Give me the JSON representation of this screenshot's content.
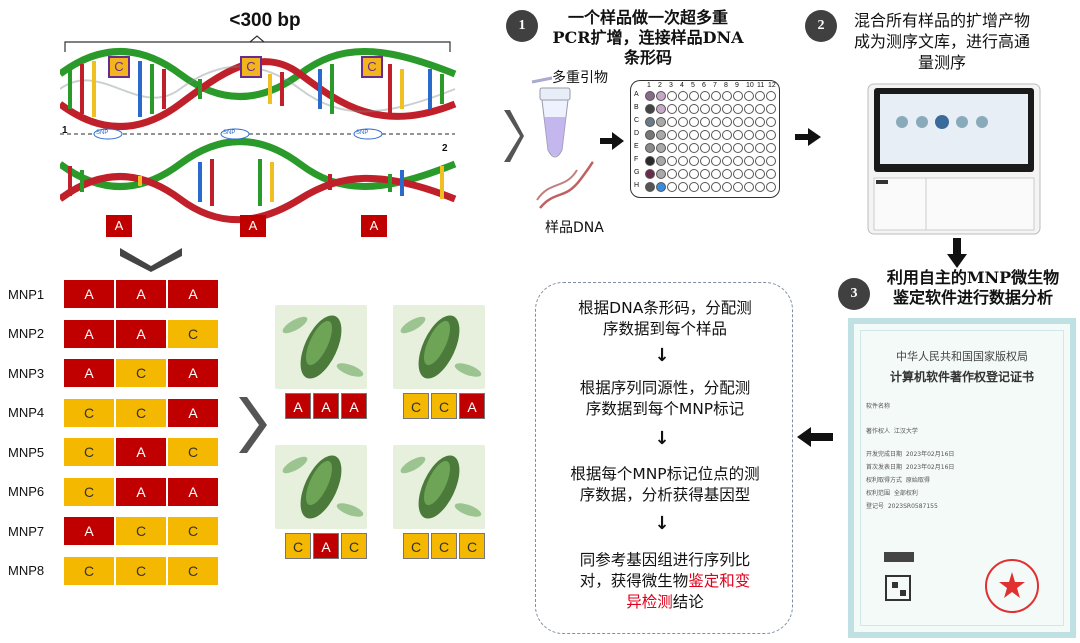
{
  "dna": {
    "length_label": "<300 bp",
    "top_alleles": [
      "C",
      "C",
      "C"
    ],
    "bottom_alleles": [
      "A",
      "A",
      "A"
    ],
    "snp_labels": [
      "SNP",
      "SNP",
      "SNP"
    ],
    "strand_numbers": [
      "1",
      "2"
    ]
  },
  "mnp_table": {
    "rows": [
      {
        "name": "MNP1",
        "cells": [
          "A",
          "A",
          "A"
        ]
      },
      {
        "name": "MNP2",
        "cells": [
          "A",
          "A",
          "C"
        ]
      },
      {
        "name": "MNP3",
        "cells": [
          "A",
          "C",
          "A"
        ]
      },
      {
        "name": "MNP4",
        "cells": [
          "C",
          "C",
          "A"
        ]
      },
      {
        "name": "MNP5",
        "cells": [
          "C",
          "A",
          "C"
        ]
      },
      {
        "name": "MNP6",
        "cells": [
          "C",
          "A",
          "A"
        ]
      },
      {
        "name": "MNP7",
        "cells": [
          "A",
          "C",
          "C"
        ]
      },
      {
        "name": "MNP8",
        "cells": [
          "C",
          "C",
          "C"
        ]
      }
    ]
  },
  "bacteria": [
    {
      "genotype": [
        "A",
        "A",
        "A"
      ]
    },
    {
      "genotype": [
        "C",
        "C",
        "A"
      ]
    },
    {
      "genotype": [
        "C",
        "A",
        "C"
      ]
    },
    {
      "genotype": [
        "C",
        "C",
        "C"
      ]
    }
  ],
  "step1": {
    "number": "1",
    "title_line1": "一个样品做一次超多重",
    "title_line2": "PCR扩增，连接样品DNA",
    "title_line3": "条形码",
    "primer_label": "多重引物",
    "dna_label": "样品DNA",
    "plate_cols": [
      "1",
      "2",
      "3",
      "4",
      "5",
      "6",
      "7",
      "8",
      "9",
      "10",
      "11",
      "12"
    ],
    "plate_rows": [
      "A",
      "B",
      "C",
      "D",
      "E",
      "F",
      "G",
      "H"
    ]
  },
  "step2": {
    "number": "2",
    "line1": "混合所有样品的扩增产物",
    "line2": "成为测序文库，进行高通",
    "line3": "量测序"
  },
  "step3": {
    "number": "3",
    "line1": "利用自主的MNP微生物",
    "line2": "鉴定软件进行数据分析"
  },
  "flow": {
    "step_a": [
      "根据DNA条形码，分配测",
      "序数据到每个样品"
    ],
    "step_b": [
      "根据序列同源性，分配测",
      "序数据到每个MNP标记"
    ],
    "step_c": [
      "根据每个MNP标记位点的测",
      "序数据，分析获得基因型"
    ],
    "step_d_line1": "同参考基因组进行序列比",
    "step_d_line2_prefix": "对，获得微生物",
    "step_d_line2_red": "鉴定和变",
    "step_d_line3_red": "异检测",
    "step_d_line3_suffix": "结论",
    "arrow": "↓"
  },
  "certificate": {
    "issuer": "中华人民共和国国家版权局",
    "title": "计算机软件著作权登记证书",
    "software_label": "软件名称",
    "owner_label": "著作权人",
    "owner_value": "江汉大学",
    "dev_date_label": "开发完成日期",
    "dev_date_value": "2023年02月16日",
    "pub_date_label": "首次发表日期",
    "pub_date_value": "2023年02月16日",
    "method_label": "权利取得方式",
    "method_value": "原始取得",
    "scope_label": "权利范围",
    "scope_value": "全部权利",
    "reg_label": "登记号",
    "reg_value": "2023SR0587155"
  },
  "colors": {
    "allele_A": "#c00000",
    "allele_C": "#f5b800",
    "highlight_red": "#e0001b",
    "step_circle": "#404040"
  }
}
